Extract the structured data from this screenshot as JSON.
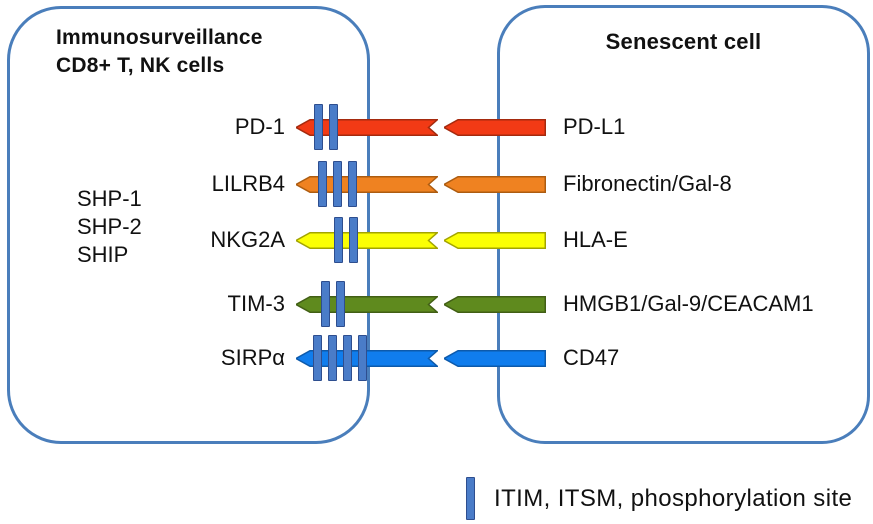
{
  "left_cell": {
    "title_line1": "Immunosurveillance",
    "title_line2": "CD8+ T, NK cells",
    "signaling": [
      "SHP-1",
      "SHP-2",
      "SHIP"
    ]
  },
  "right_cell": {
    "title": "Senescent cell"
  },
  "rows": [
    {
      "receptor": "PD-1",
      "ligand": "PD-L1",
      "color": "#f23a15",
      "stroke": "#a52a0e",
      "sites": 2
    },
    {
      "receptor": "LILRB4",
      "ligand": "Fibronectin/Gal-8",
      "color": "#ef8221",
      "stroke": "#ad5c10",
      "sites": 3
    },
    {
      "receptor": "NKG2A",
      "ligand": "HLA-E",
      "color": "#fbff04",
      "stroke": "#a3a400",
      "sites": 2
    },
    {
      "receptor": "TIM-3",
      "ligand": "HMGB1/Gal-9/CEACAM1",
      "color": "#5f8a1e",
      "stroke": "#425f15",
      "sites": 2
    },
    {
      "receptor": "SIRPα",
      "ligand": "CD47",
      "color": "#107ded",
      "stroke": "#0d5aab",
      "sites": 4
    }
  ],
  "legend": {
    "label": "ITIM, ITSM, phosphorylation site",
    "marker_color": "#4a7cc8"
  },
  "colors": {
    "cell_border": "#4a7ebb",
    "site_bar_fill": "#4a7cc8",
    "site_bar_stroke": "#2e4e8f",
    "background": "#ffffff"
  }
}
